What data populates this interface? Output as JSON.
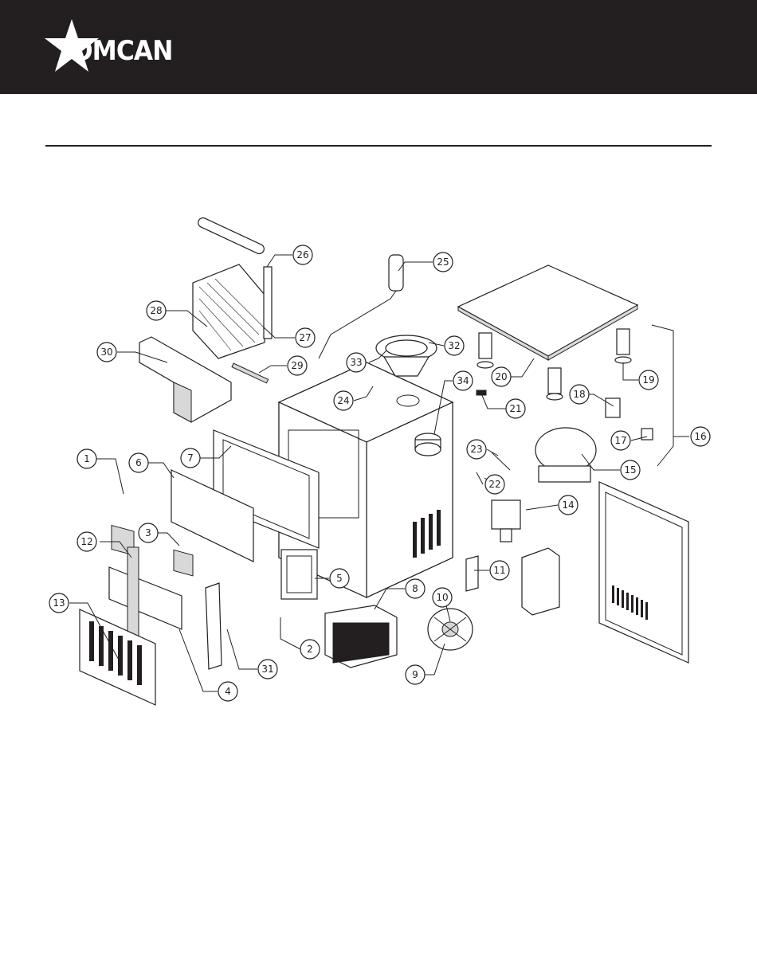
{
  "header": {
    "brand": "OMCAN",
    "background_color": "#231f20",
    "logo_icon": "star-icon"
  },
  "diagram": {
    "callouts": [
      "1",
      "2",
      "3",
      "4",
      "5",
      "6",
      "7",
      "8",
      "9",
      "10",
      "11",
      "12",
      "13",
      "14",
      "15",
      "16",
      "17",
      "18",
      "19",
      "20",
      "21",
      "22",
      "23",
      "24",
      "25",
      "26",
      "27",
      "28",
      "29",
      "30",
      "31",
      "32",
      "33",
      "34"
    ]
  }
}
